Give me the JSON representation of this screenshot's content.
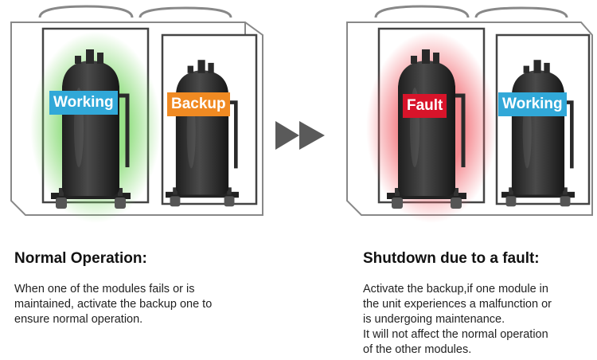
{
  "left": {
    "tags": {
      "first": "Working",
      "second": "Backup"
    },
    "heading": "Normal Operation:",
    "lines": [
      "When one of the modules fails or is",
      "maintained, activate the backup one to",
      "ensure normal operation."
    ],
    "glow_color": "#7ed86a"
  },
  "right": {
    "tags": {
      "first": "Fault",
      "second": "Working"
    },
    "heading": "Shutdown due to a fault:",
    "lines": [
      "Activate the backup,if one module in",
      "the unit experiences a malfunction or",
      "is undergoing maintenance.",
      "It will not affect the normal operation",
      "of the other modules."
    ],
    "glow_color": "#f26a72"
  },
  "colors": {
    "working": "#31a8d8",
    "backup": "#f08a22",
    "fault": "#d8142a",
    "arrow": "#5a5a5a"
  },
  "icons": {
    "transition": "double-arrow-right-icon"
  }
}
